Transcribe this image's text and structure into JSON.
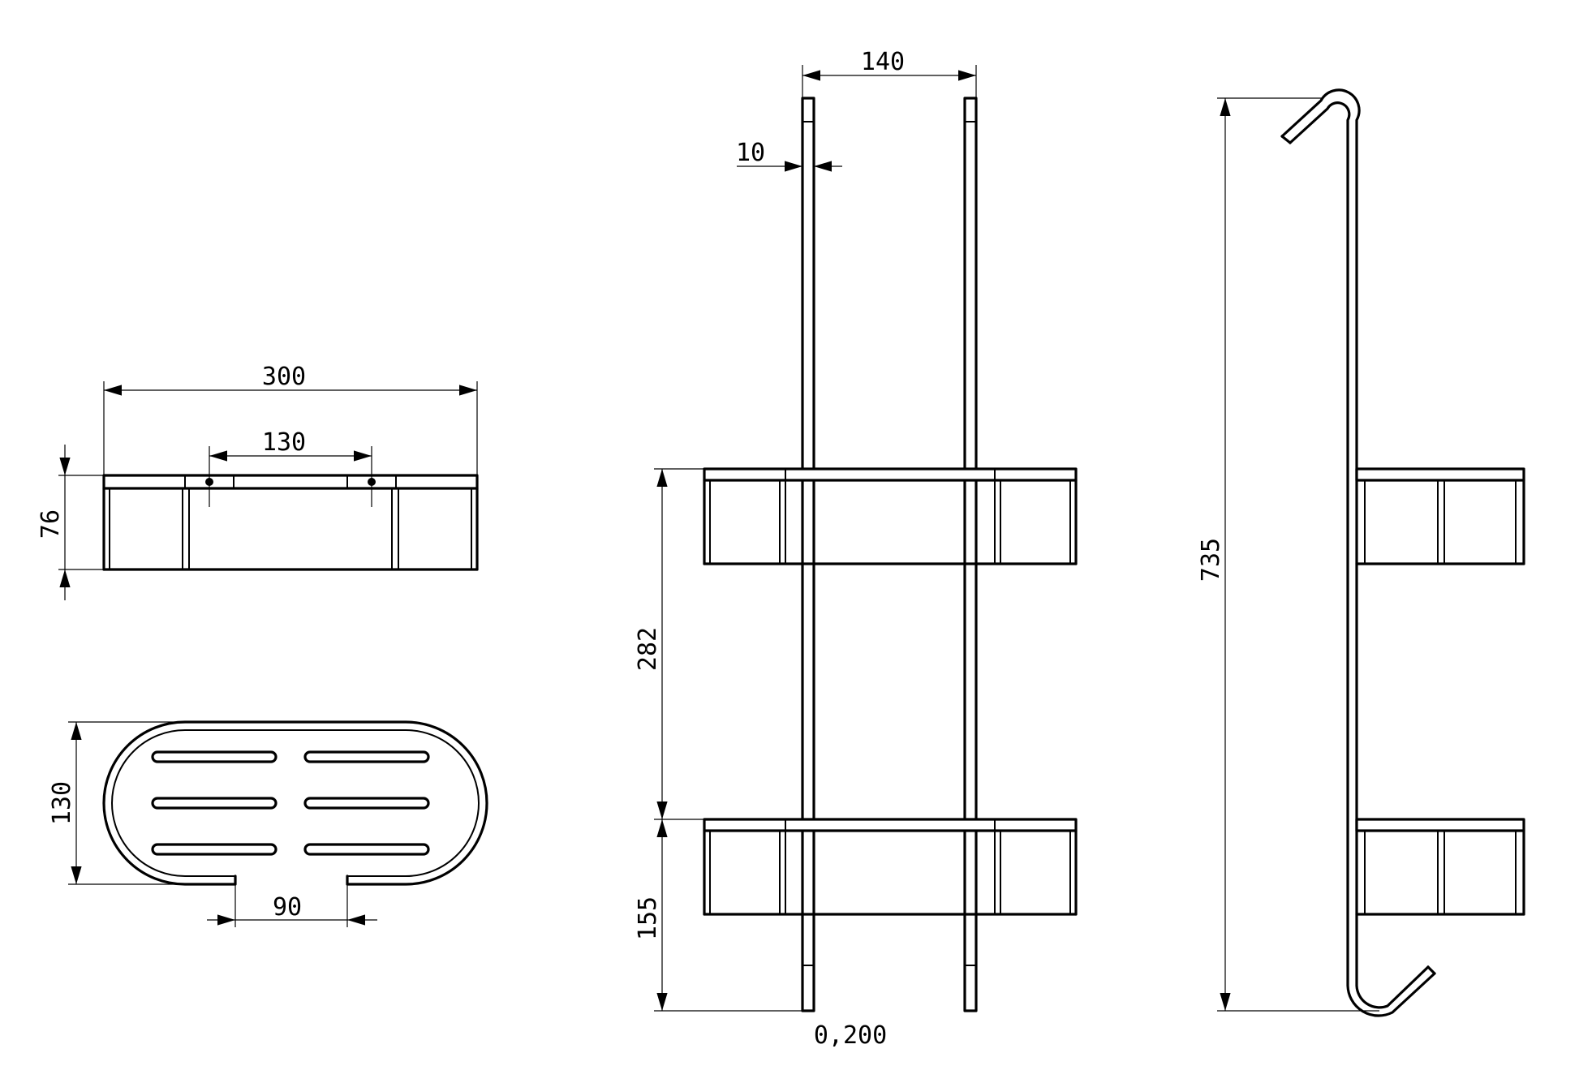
{
  "drawing": {
    "top_view": {
      "width_label": "300",
      "spacing_label": "130",
      "height_label": "76"
    },
    "plan_view": {
      "depth_label": "130",
      "notch_label": "90"
    },
    "front_view": {
      "rail_spacing_label": "140",
      "rail_width_label": "10",
      "shelf_gap_label": "282",
      "bottom_offset_label": "155",
      "tolerance_label": "0,200"
    },
    "side_view": {
      "height_label": "735"
    }
  }
}
